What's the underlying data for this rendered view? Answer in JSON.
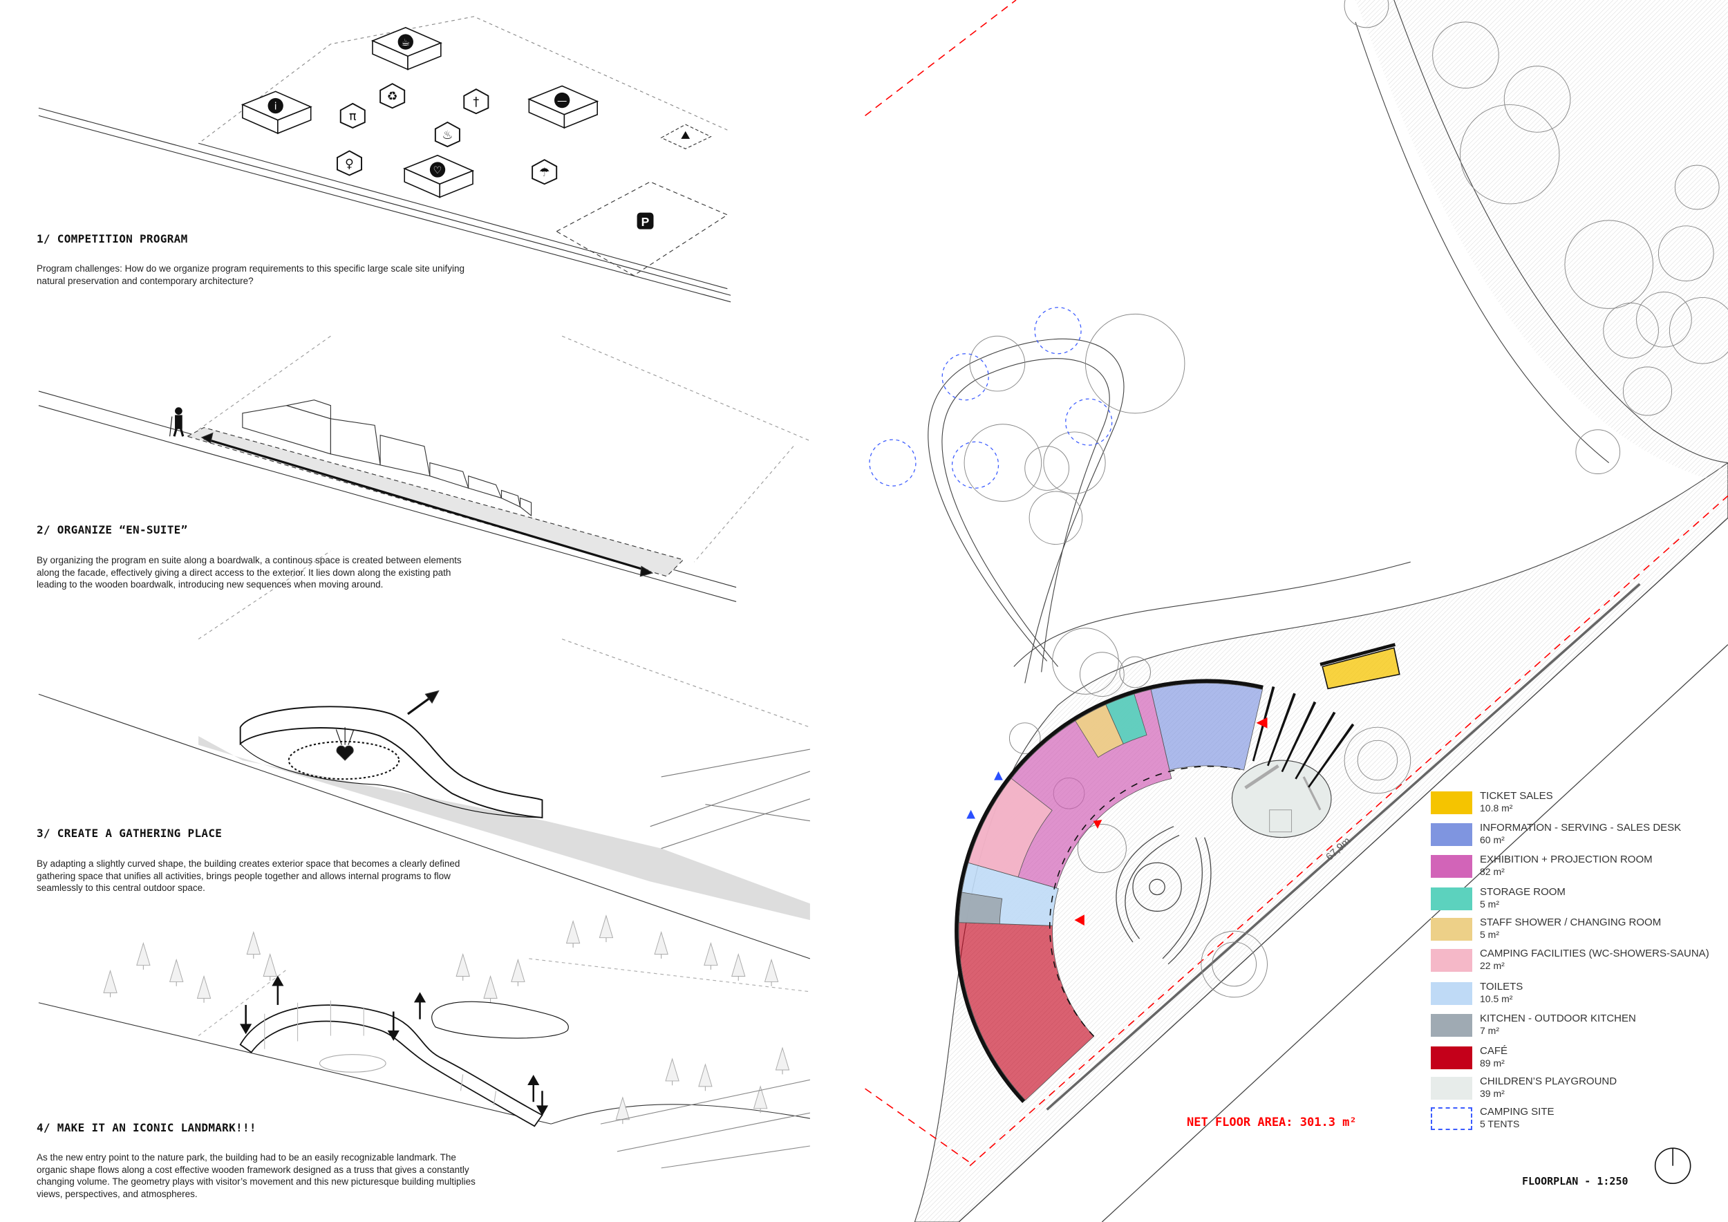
{
  "sections": [
    {
      "heading": "1/ COMPETITION PROGRAM",
      "body": "Program challenges: How do we organize program requirements to this specific large scale site unifying natural preservation and contemporary architecture?"
    },
    {
      "heading": "2/ ORGANIZE “EN-SUITE”",
      "body": "By organizing the program en suite along a boardwalk, a continous space is created between elements along the facade, effectively giving a direct access to the exterior. It lies down along the existing path leading to the wooden boardwalk, introducing new sequences when moving around."
    },
    {
      "heading": "3/ CREATE A GATHERING PLACE",
      "body": "By adapting a slightly curved shape, the building creates exterior space that becomes a clearly defined gathering space that unifies all activities, brings people together and allows internal programs to flow seamlessly to this central outdoor space."
    },
    {
      "heading": "4/ MAKE IT AN ICONIC LANDMARK!!!",
      "body": "As the new entry point to the nature park, the building had to be an easily recognizable landmark. The organic shape flows along a cost effective wooden framework designed as a truss that gives a constantly changing volume. The geometry plays with visitor’s movement and this new picturesque building multiplies views, perspectives, and atmospheres."
    }
  ],
  "program_icons": [
    "info-icon",
    "cafe-icon",
    "picnic-table-icon",
    "recycling-icon",
    "restaurant-icon",
    "seesaw-icon",
    "toilets-icon",
    "grill-icon",
    "donation-icon",
    "shower-icon",
    "tent-icon"
  ],
  "parking_label": "P",
  "legend": [
    {
      "label": "TICKET SALES",
      "area": "10.8 m²",
      "color": "#f5c400"
    },
    {
      "label": "INFORMATION - SERVING - SALES DESK",
      "area": "60 m²",
      "color": "#7f95e0"
    },
    {
      "label": "EXHIBITION + PROJECTION ROOM",
      "area": "82 m²",
      "color": "#d264b8"
    },
    {
      "label": "STORAGE ROOM",
      "area": "5 m²",
      "color": "#5cd2be"
    },
    {
      "label": "STAFF SHOWER / CHANGING ROOM",
      "area": "5 m²",
      "color": "#edd088"
    },
    {
      "label": "CAMPING FACILITIES (WC-SHOWERS-SAUNA)",
      "area": "22 m²",
      "color": "#f5b8c8"
    },
    {
      "label": "TOILETS",
      "area": "10.5 m²",
      "color": "#bfdaf6"
    },
    {
      "label": "KITCHEN - OUTDOOR KITCHEN",
      "area": "7 m²",
      "color": "#9faab3"
    },
    {
      "label": "CAFÉ",
      "area": "89 m²",
      "color": "#c4001a"
    },
    {
      "label": "CHILDREN’S PLAYGROUND",
      "area": "39 m²",
      "color": "#e7ecea"
    },
    {
      "label": "CAMPING SITE",
      "area": "5 TENTS",
      "color": "#3b5bff",
      "dashed": true
    }
  ],
  "net_floor_area": "NET FLOOR AREA: 301.3 m²",
  "floorplan_title": "FLOORPLAN - 1:250",
  "dimension_label": "67,9m",
  "colors": {
    "accent_red": "#ff0000",
    "camping_blue": "#3b5bff",
    "line": "#222222"
  }
}
